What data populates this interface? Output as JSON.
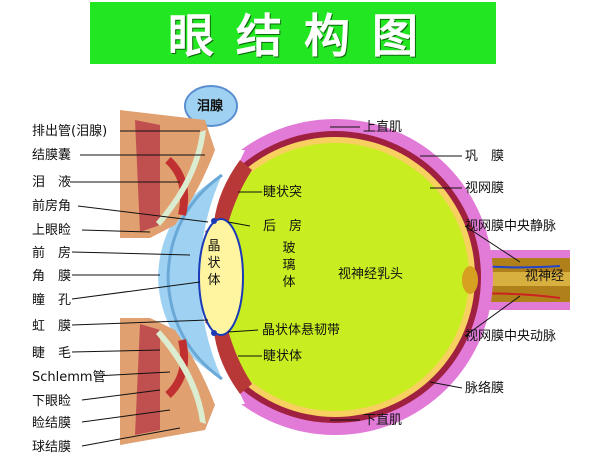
{
  "title": "眼结构图",
  "labels": {
    "lacrimal_gland": "泪腺",
    "excretory_duct": "排出管(泪腺)",
    "conjunctival_sac": "结膜囊",
    "tears": "泪　液",
    "anterior_chamber_angle": "前房角",
    "upper_eyelid": "上眼睑",
    "anterior_chamber": "前　房",
    "cornea": "角　膜",
    "pupil": "瞳　孔",
    "iris": "虹　膜",
    "eyelash": "睫　毛",
    "schlemm_canal": "Schlemm管",
    "lower_eyelid": "下眼睑",
    "palpebral_conjunctiva": "睑结膜",
    "bulbar_conjunctiva": "球结膜",
    "superior_rectus": "上直肌",
    "sclera": "巩　膜",
    "retina": "视网膜",
    "central_retinal_vein": "视网膜中央静脉",
    "optic_nerve": "视神经",
    "central_retinal_artery": "视网膜中央动脉",
    "choroid": "脉络膜",
    "inferior_rectus": "下直肌",
    "ciliary_process": "睫状突",
    "posterior_chamber": "后　房",
    "lens": "晶状体",
    "vitreous_body": "玻璃体",
    "optic_disc": "视神经乳头",
    "zonule": "晶状体悬韧带",
    "ciliary_body": "睫状体"
  },
  "colors": {
    "title_bar": "#22e622",
    "vitreous": "#c8ee22",
    "sclera": "#e27ad8",
    "choroid": "#a02040",
    "lens": "#fff5a0",
    "cornea": "#9fd2f2",
    "optic_nerve": "#b0801a",
    "eyelid": "#e0a070"
  }
}
